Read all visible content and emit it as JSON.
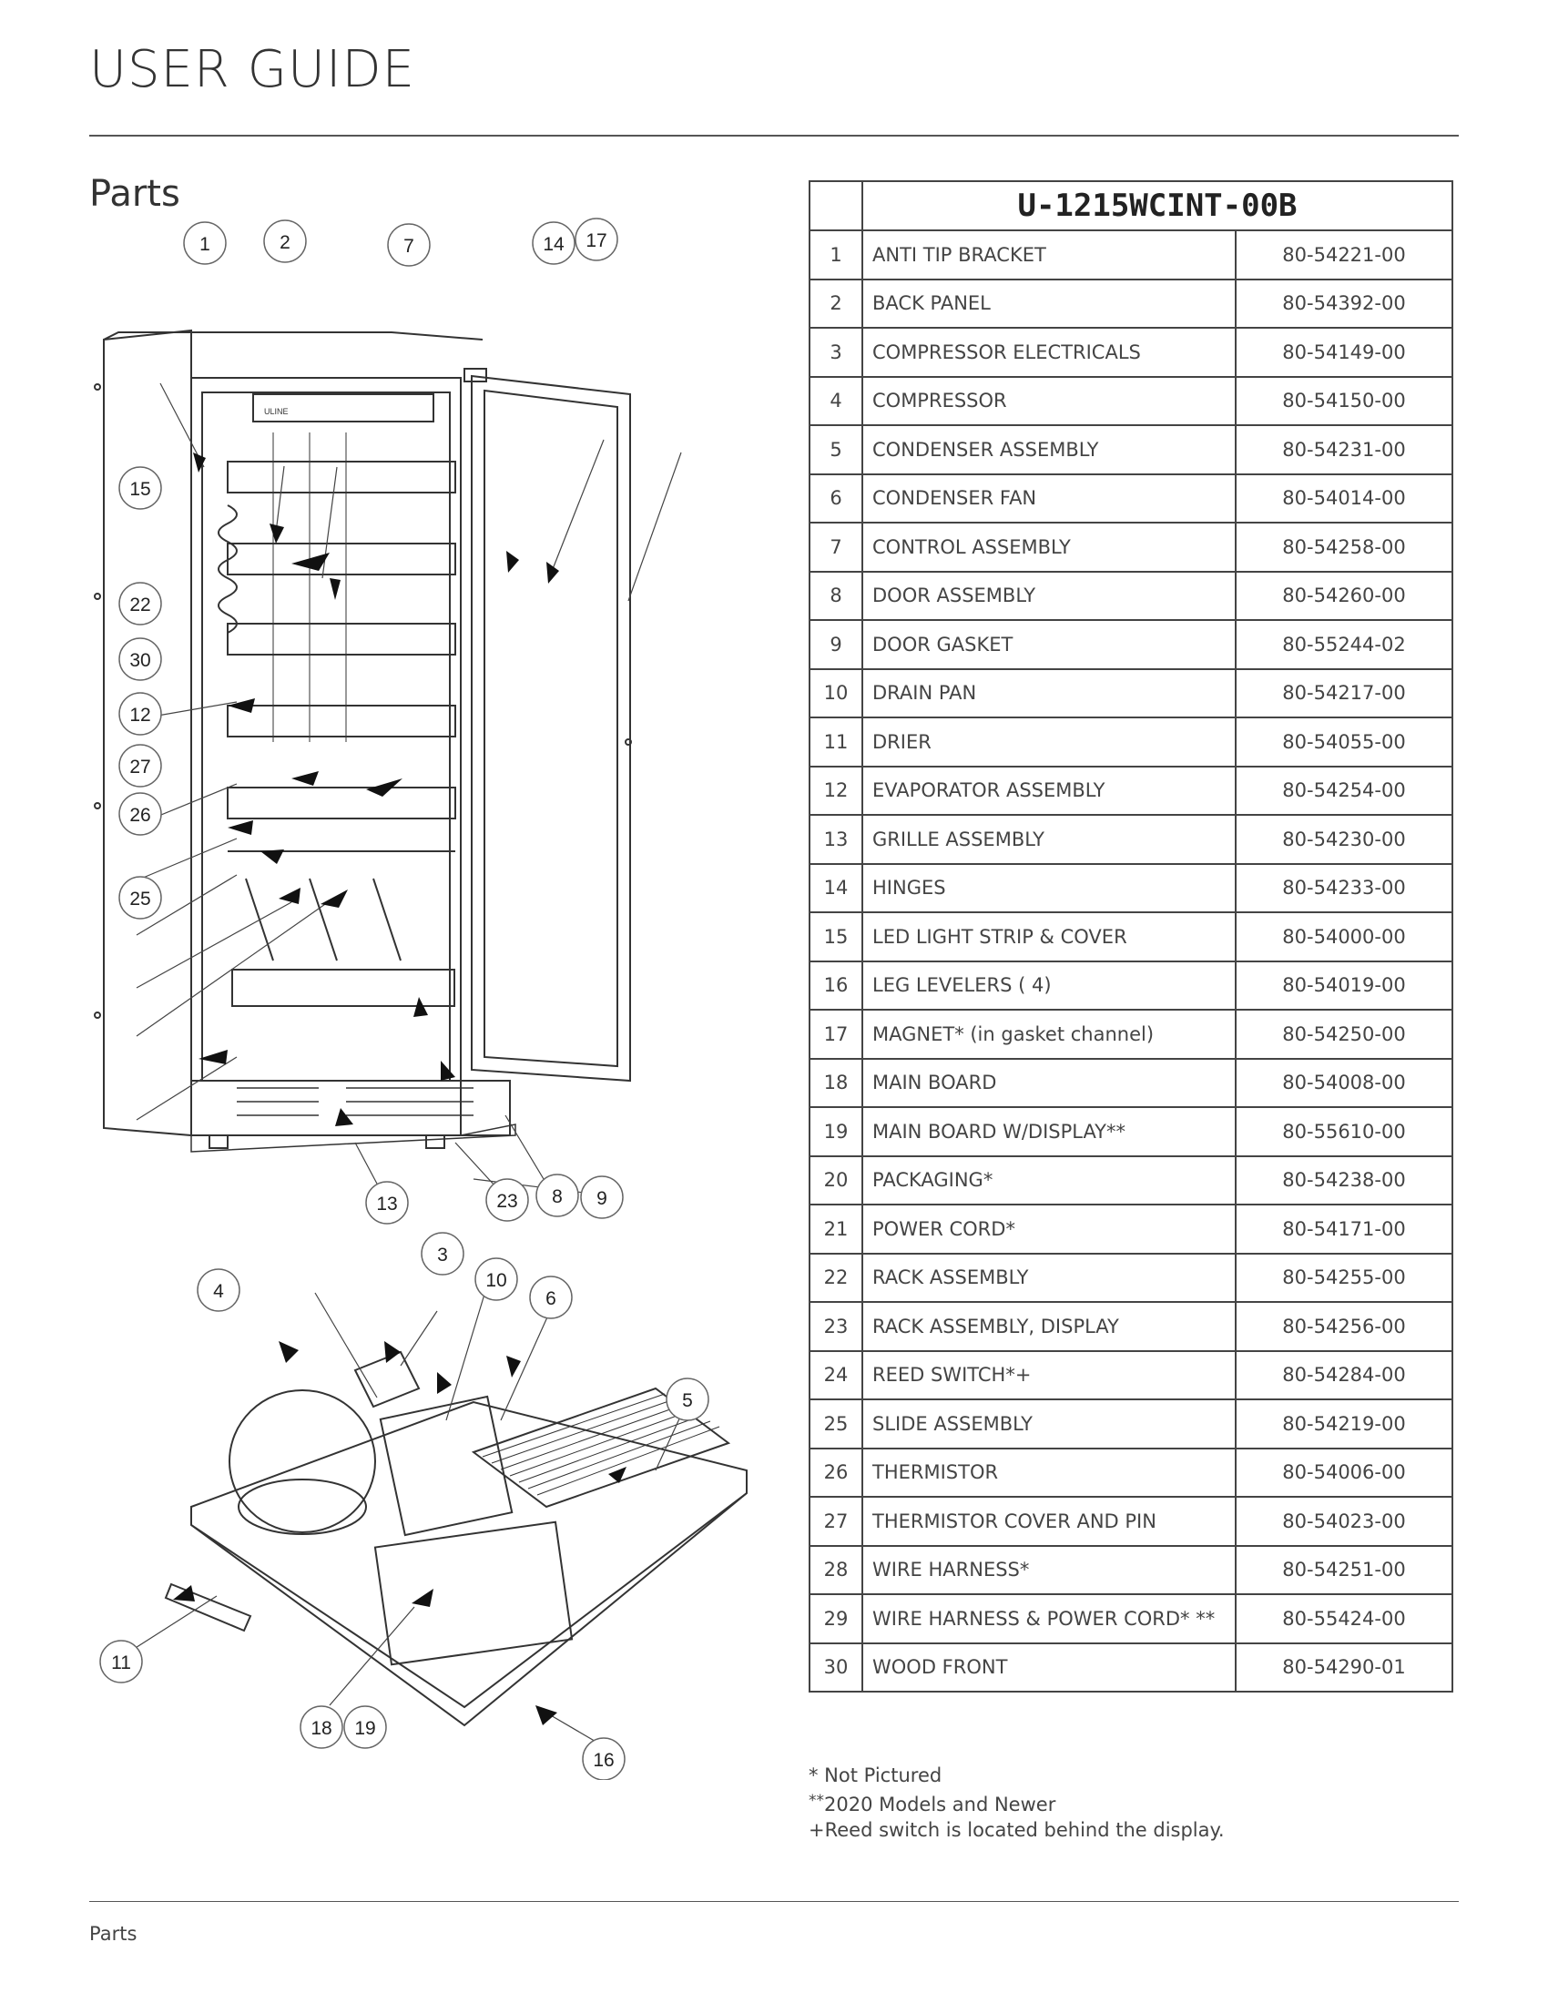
{
  "header": {
    "title": "USER GUIDE"
  },
  "section": {
    "title": "Parts"
  },
  "table": {
    "model": "U-1215WCINT-00B",
    "rows": [
      {
        "num": "1",
        "desc": "ANTI TIP BRACKET",
        "pn": "80-54221-00"
      },
      {
        "num": "2",
        "desc": "BACK PANEL",
        "pn": "80-54392-00"
      },
      {
        "num": "3",
        "desc": "COMPRESSOR ELECTRICALS",
        "pn": "80-54149-00"
      },
      {
        "num": "4",
        "desc": "COMPRESSOR",
        "pn": "80-54150-00"
      },
      {
        "num": "5",
        "desc": "CONDENSER ASSEMBLY",
        "pn": "80-54231-00"
      },
      {
        "num": "6",
        "desc": "CONDENSER FAN",
        "pn": "80-54014-00"
      },
      {
        "num": "7",
        "desc": "CONTROL ASSEMBLY",
        "pn": "80-54258-00"
      },
      {
        "num": "8",
        "desc": "DOOR ASSEMBLY",
        "pn": "80-54260-00"
      },
      {
        "num": "9",
        "desc": "DOOR GASKET",
        "pn": "80-55244-02"
      },
      {
        "num": "10",
        "desc": "DRAIN PAN",
        "pn": "80-54217-00"
      },
      {
        "num": "11",
        "desc": "DRIER",
        "pn": "80-54055-00"
      },
      {
        "num": "12",
        "desc": "EVAPORATOR ASSEMBLY",
        "pn": "80-54254-00"
      },
      {
        "num": "13",
        "desc": "GRILLE ASSEMBLY",
        "pn": "80-54230-00"
      },
      {
        "num": "14",
        "desc": "HINGES",
        "pn": "80-54233-00"
      },
      {
        "num": "15",
        "desc": "LED LIGHT STRIP & COVER",
        "pn": "80-54000-00"
      },
      {
        "num": "16",
        "desc": "LEG LEVELERS ( 4)",
        "pn": "80-54019-00"
      },
      {
        "num": "17",
        "desc": "MAGNET* (in gasket channel)",
        "pn": "80-54250-00"
      },
      {
        "num": "18",
        "desc": "MAIN BOARD",
        "pn": "80-54008-00"
      },
      {
        "num": "19",
        "desc": "MAIN BOARD W/DISPLAY**",
        "pn": "80-55610-00"
      },
      {
        "num": "20",
        "desc": "PACKAGING*",
        "pn": "80-54238-00"
      },
      {
        "num": "21",
        "desc": "POWER CORD*",
        "pn": "80-54171-00"
      },
      {
        "num": "22",
        "desc": "RACK ASSEMBLY",
        "pn": "80-54255-00"
      },
      {
        "num": "23",
        "desc": "RACK ASSEMBLY, DISPLAY",
        "pn": "80-54256-00"
      },
      {
        "num": "24",
        "desc": "REED SWITCH*+",
        "pn": "80-54284-00"
      },
      {
        "num": "25",
        "desc": "SLIDE ASSEMBLY",
        "pn": "80-54219-00"
      },
      {
        "num": "26",
        "desc": "THERMISTOR",
        "pn": "80-54006-00"
      },
      {
        "num": "27",
        "desc": "THERMISTOR COVER AND PIN",
        "pn": "80-54023-00"
      },
      {
        "num": "28",
        "desc": "WIRE HARNESS*",
        "pn": "80-54251-00"
      },
      {
        "num": "29",
        "desc": "WIRE HARNESS & POWER CORD* **",
        "pn": "80-55424-00"
      },
      {
        "num": "30",
        "desc": "WOOD FRONT",
        "pn": "80-54290-01"
      }
    ]
  },
  "notes": {
    "not_pictured": "* Not Pictured",
    "models_mark": "**",
    "models": "2020 Models and Newer",
    "reed": "+Reed switch is located behind the display."
  },
  "diagram": {
    "brand_label": "ULINE",
    "callouts": [
      "1",
      "2",
      "7",
      "14",
      "17",
      "15",
      "22",
      "30",
      "12",
      "27",
      "26",
      "25",
      "13",
      "23",
      "8",
      "9",
      "3",
      "4",
      "10",
      "6",
      "5",
      "11",
      "18",
      "19",
      "16"
    ]
  },
  "footer": {
    "label": "Parts"
  }
}
